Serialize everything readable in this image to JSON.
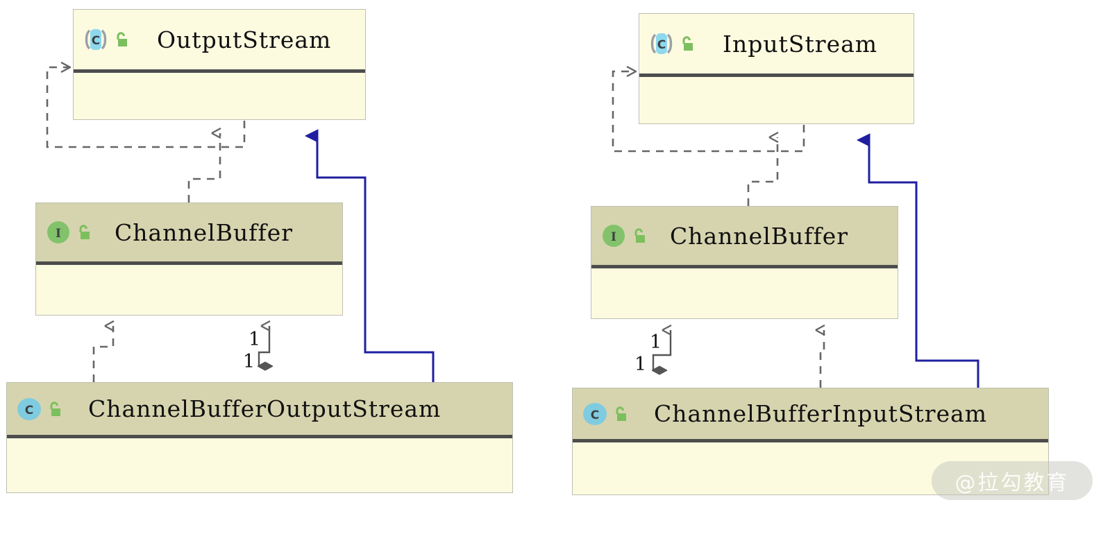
{
  "diagram": {
    "kind": "uml-class-diagram",
    "colors": {
      "box_body": "#FCFBE0",
      "box_header_class": "#FCFBE0",
      "box_header_olive": "#D6D4AE",
      "box_border": "#BFBFB2",
      "divider": "#4D4D4D",
      "dependency_line": "#666666",
      "generalization_blue": "#1F1FA0",
      "aggregation_diamond": "#555555",
      "icon_abstract_class": "#8ED8EE",
      "icon_concrete_class": "#7FCBE0",
      "icon_interface": "#82C26B",
      "icon_lock_green": "#7CBF5E",
      "background": "#FFFFFF"
    },
    "left_group": {
      "classes": [
        {
          "name": "OutputStream",
          "stereotype": "C",
          "stereotype_label": "abstract-class",
          "visibility_icon": "unlocked-padlock-icon",
          "header_style": "cream"
        },
        {
          "name": "ChannelBuffer",
          "stereotype": "I",
          "stereotype_label": "interface",
          "visibility_icon": "unlocked-padlock-icon",
          "header_style": "olive"
        },
        {
          "name": "ChannelBufferOutputStream",
          "stereotype": "C",
          "stereotype_label": "class",
          "visibility_icon": "unlocked-padlock-icon",
          "header_style": "olive"
        }
      ],
      "relationships": [
        {
          "type": "dependency",
          "style": "dashed",
          "arrow": "open",
          "from": "OutputStream",
          "to": "OutputStream",
          "note": "self-loop"
        },
        {
          "type": "realization",
          "style": "dashed",
          "arrow": "hollow-triangle",
          "from": "ChannelBuffer",
          "to": "OutputStream"
        },
        {
          "type": "generalization",
          "style": "solid",
          "arrow": "filled-triangle",
          "color": "#1F1FA0",
          "from": "ChannelBufferOutputStream",
          "to": "OutputStream"
        },
        {
          "type": "realization",
          "style": "dashed",
          "arrow": "hollow-triangle",
          "from": "ChannelBufferOutputStream",
          "to": "ChannelBuffer"
        },
        {
          "type": "aggregation",
          "style": "solid",
          "arrow": "hollow-triangle-and-diamond",
          "from": "ChannelBufferOutputStream",
          "to": "ChannelBuffer",
          "source_multiplicity": "1",
          "target_multiplicity": "1"
        }
      ]
    },
    "right_group": {
      "classes": [
        {
          "name": "InputStream",
          "stereotype": "C",
          "stereotype_label": "abstract-class",
          "visibility_icon": "unlocked-padlock-icon",
          "header_style": "cream"
        },
        {
          "name": "ChannelBuffer",
          "stereotype": "I",
          "stereotype_label": "interface",
          "visibility_icon": "unlocked-padlock-icon",
          "header_style": "olive"
        },
        {
          "name": "ChannelBufferInputStream",
          "stereotype": "C",
          "stereotype_label": "class",
          "visibility_icon": "unlocked-padlock-icon",
          "header_style": "olive"
        }
      ],
      "relationships": [
        {
          "type": "dependency",
          "style": "dashed",
          "arrow": "open",
          "from": "InputStream",
          "to": "InputStream",
          "note": "self-loop"
        },
        {
          "type": "realization",
          "style": "dashed",
          "arrow": "hollow-triangle",
          "from": "ChannelBuffer",
          "to": "InputStream"
        },
        {
          "type": "generalization",
          "style": "solid",
          "arrow": "filled-triangle",
          "color": "#1F1FA0",
          "from": "ChannelBufferInputStream",
          "to": "InputStream"
        },
        {
          "type": "realization",
          "style": "dashed",
          "arrow": "hollow-triangle",
          "from": "ChannelBufferInputStream",
          "to": "ChannelBuffer"
        },
        {
          "type": "aggregation",
          "style": "solid",
          "arrow": "hollow-triangle-and-diamond",
          "from": "ChannelBufferInputStream",
          "to": "ChannelBuffer",
          "source_multiplicity": "1",
          "target_multiplicity": "1"
        }
      ]
    },
    "multiplicity_labels": {
      "left_upper": "1",
      "left_lower": "1",
      "right_upper": "1",
      "right_lower": "1"
    },
    "watermark": {
      "text": "@拉勾教育"
    }
  }
}
